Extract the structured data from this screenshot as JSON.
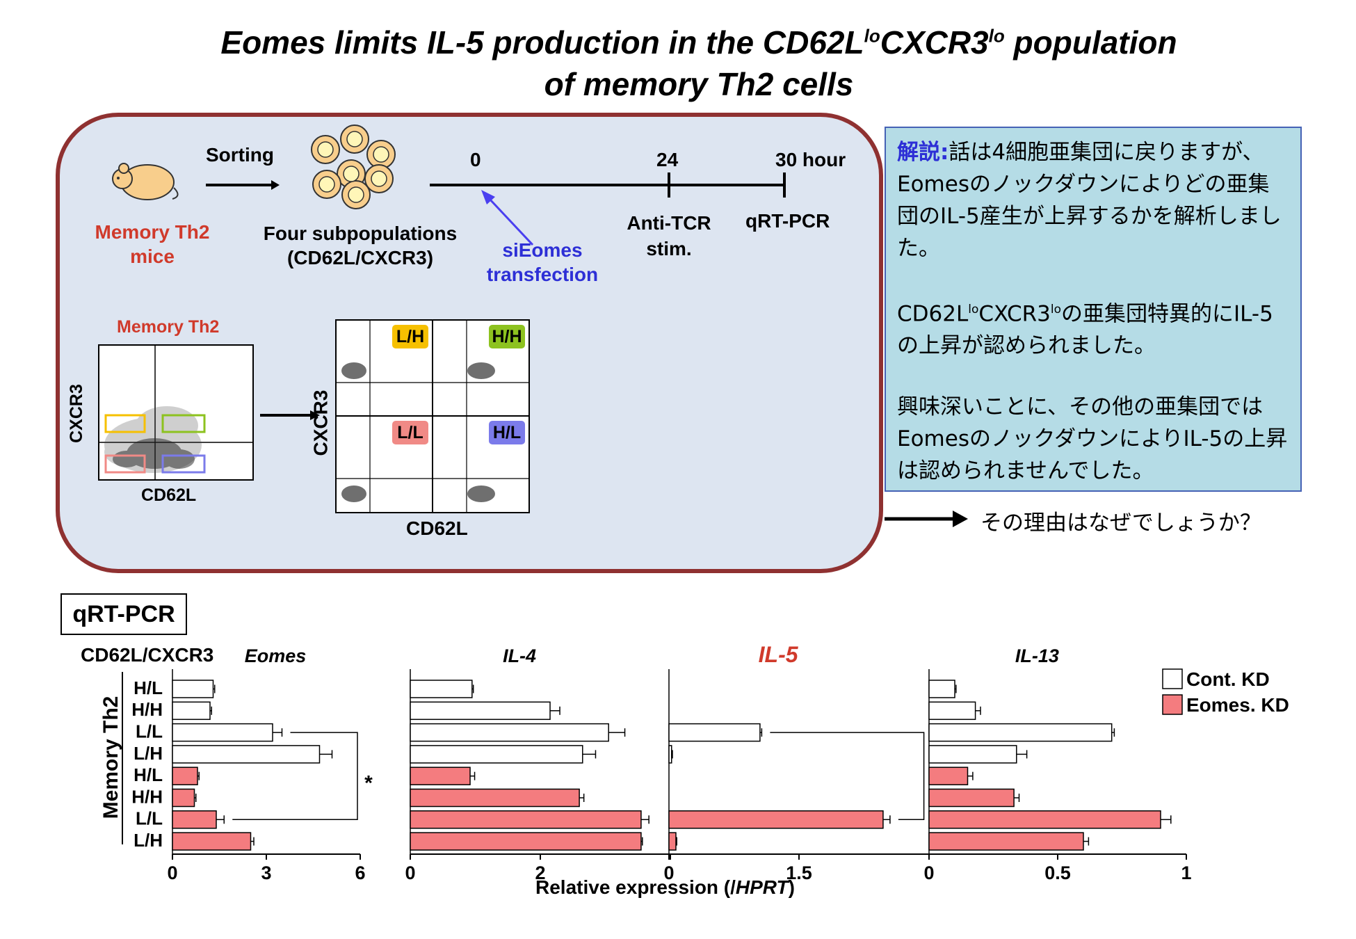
{
  "title": {
    "line1_pre": "Eomes limits IL-5 production in the CD62L",
    "sup1": "lo",
    "line1_mid": "CXCR3",
    "sup2": "lo",
    "line1_post": " population",
    "line2": "of memory Th2 cells"
  },
  "scheme": {
    "sorting": "Sorting",
    "mice_line1": "Memory Th2",
    "mice_line2": "mice",
    "subpop_line1": "Four subpopulations",
    "subpop_line2": "(CD62L/CXCR3)",
    "time_0": "0",
    "time_24": "24",
    "time_30": "30 hour",
    "siEomes_line1": "siEomes",
    "siEomes_line2": "transfection",
    "antitcr_line1": "Anti-TCR",
    "antitcr_line2": "stim.",
    "qrtpcr": "qRT-PCR",
    "flow_title": "Memory Th2",
    "flow_ylabel": "CXCR3",
    "flow_xlabel": "CD62L",
    "sorted_ylabel": "CXCR3",
    "sorted_xlabel": "CD62L",
    "gates": [
      "L/H",
      "H/H",
      "L/L",
      "H/L"
    ],
    "colors": {
      "border": "#8f3131",
      "box_bg": "#dde5f1",
      "mice_text": "#d03a2b",
      "siEomes_text": "#2d2fd6",
      "gate_LH": "#f6c000",
      "gate_HH": "#8dc21f",
      "gate_LL": "#f08a86",
      "gate_HL": "#7b7bea"
    }
  },
  "note": {
    "label": "解説",
    "colon": ":",
    "p1": "話は4細胞亜集団に戻りますが、Eomesのノックダウンによりどの亜集団のIL-5産生が上昇するかを解析しました。",
    "p2_a": "CD62L",
    "p2_sup1": "lo",
    "p2_b": "CXCR3",
    "p2_sup2": "lo",
    "p2_c": "の亜集団特異的にIL-5の上昇が認められました。",
    "p3": "興味深いことに、その他の亜集団ではEomesのノックダウンによりIL-5の上昇は認められませんでした。",
    "question": "その理由はなぜでしょうか？",
    "colors": {
      "bg": "#b5dce6",
      "border": "#4561b5",
      "label": "#2d2fd6"
    }
  },
  "qpcr_box": "qRT-PCR",
  "row_header": "CD62L/CXCR3",
  "group_label": "Memory Th2",
  "xlabel_pre": "Relative expression (/",
  "xlabel_italic": "HPRT",
  "xlabel_post": ")",
  "significance": "*",
  "chart_data": [
    {
      "type": "bar",
      "orientation": "horizontal",
      "title": "Eomes",
      "categories": [
        "H/L",
        "H/H",
        "L/L",
        "L/H",
        "H/L",
        "H/H",
        "L/L",
        "L/H"
      ],
      "series": [
        {
          "name": "Cont. KD",
          "values": [
            1.3,
            1.2,
            3.2,
            4.7,
            null,
            null,
            null,
            null
          ],
          "errors": [
            0.05,
            0.05,
            0.3,
            0.4,
            null,
            null,
            null,
            null
          ],
          "color": "#ffffff"
        },
        {
          "name": "Eomes. KD",
          "values": [
            null,
            null,
            null,
            null,
            0.8,
            0.7,
            1.4,
            2.5
          ],
          "errors": [
            null,
            null,
            null,
            null,
            0.05,
            0.05,
            0.25,
            0.1
          ],
          "color": "#f47c7f"
        }
      ],
      "xlim": [
        0,
        6
      ],
      "xticks": [
        "0",
        "3",
        "6"
      ],
      "significance_between": [
        "L/L Cont. KD",
        "L/L Eomes. KD"
      ]
    },
    {
      "type": "bar",
      "orientation": "horizontal",
      "title": "IL-4",
      "categories": [
        "H/L",
        "H/H",
        "L/L",
        "L/H",
        "H/L",
        "H/H",
        "L/L",
        "L/H"
      ],
      "series": [
        {
          "name": "Cont. KD",
          "values": [
            0.95,
            2.15,
            3.05,
            2.65,
            null,
            null,
            null,
            null
          ],
          "errors": [
            0.02,
            0.15,
            0.25,
            0.2,
            null,
            null,
            null,
            null
          ],
          "color": "#ffffff"
        },
        {
          "name": "Eomes. KD",
          "values": [
            null,
            null,
            null,
            null,
            0.92,
            2.6,
            3.55,
            3.55
          ],
          "errors": [
            null,
            null,
            null,
            null,
            0.07,
            0.07,
            0.12,
            0.02
          ],
          "color": "#f47c7f"
        }
      ],
      "xlim": [
        0,
        4
      ],
      "xticks": [
        "0",
        "2",
        ""
      ]
    },
    {
      "type": "bar",
      "orientation": "horizontal",
      "title": "IL-5",
      "categories": [
        "H/L",
        "H/H",
        "L/L",
        "L/H",
        "H/L",
        "H/H",
        "L/L",
        "L/H"
      ],
      "series": [
        {
          "name": "Cont. KD",
          "values": [
            0,
            0,
            1.05,
            0.03,
            null,
            null,
            null,
            null
          ],
          "errors": [
            0,
            0,
            0.02,
            0.01,
            null,
            null,
            null,
            null
          ],
          "color": "#ffffff"
        },
        {
          "name": "Eomes. KD",
          "values": [
            null,
            null,
            null,
            null,
            0,
            0,
            2.47,
            0.08
          ],
          "errors": [
            null,
            null,
            null,
            null,
            0,
            0,
            0.08,
            0.01
          ],
          "color": "#f47c7f"
        }
      ],
      "xlim": [
        0,
        3
      ],
      "xticks": [
        "0",
        "1.5",
        ""
      ],
      "title_color": "#d03a2b",
      "significance_between": [
        "L/L Cont. KD",
        "L/L Eomes. KD"
      ]
    },
    {
      "type": "bar",
      "orientation": "horizontal",
      "title": "IL-13",
      "categories": [
        "H/L",
        "H/H",
        "L/L",
        "L/H",
        "H/L",
        "H/H",
        "L/L",
        "L/H"
      ],
      "series": [
        {
          "name": "Cont. KD",
          "values": [
            0.1,
            0.18,
            0.71,
            0.34,
            null,
            null,
            null,
            null
          ],
          "errors": [
            0.005,
            0.02,
            0.01,
            0.04,
            null,
            null,
            null,
            null
          ],
          "color": "#ffffff"
        },
        {
          "name": "Eomes. KD",
          "values": [
            null,
            null,
            null,
            null,
            0.15,
            0.33,
            0.9,
            0.6
          ],
          "errors": [
            null,
            null,
            null,
            null,
            0.02,
            0.02,
            0.04,
            0.02
          ],
          "color": "#f47c7f"
        }
      ],
      "xlim": [
        0,
        1
      ],
      "xticks": [
        "0",
        "0.5",
        "1"
      ],
      "legend": [
        "Cont. KD",
        "Eomes. KD"
      ],
      "legend_position": "top-right"
    }
  ]
}
